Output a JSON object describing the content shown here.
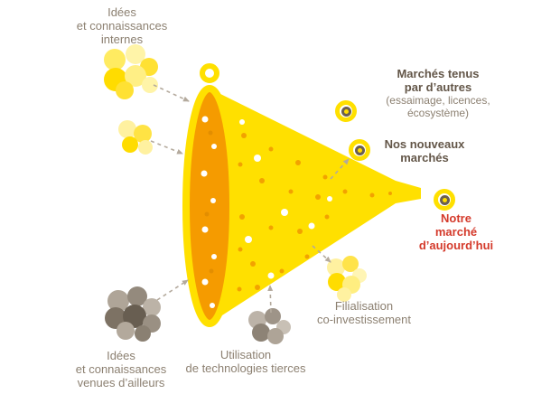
{
  "colors": {
    "funnel_yellow": "#FFE000",
    "funnel_orange": "#F59B00",
    "body_text": "#8C8071",
    "bold_text": "#635648",
    "accent_red": "#D43A2B",
    "arrow_gray": "#B4AA9D"
  },
  "labels": {
    "internal_ideas": {
      "lines": [
        "Idées",
        "et connaissances",
        "internes"
      ]
    },
    "external_ideas": {
      "lines": [
        "Idées",
        "et connaissances",
        "venues d’ailleurs"
      ]
    },
    "third_party_tech": {
      "lines": [
        "Utilisation",
        "de technologies tierces"
      ]
    },
    "spin_off": {
      "lines": [
        "Filialisation",
        "co-investissement"
      ]
    },
    "markets_held_by_others": {
      "title_lines": [
        "Marchés tenus",
        "par d’autres"
      ],
      "subtitle_lines": [
        "(essaimage, licences,",
        "écosystème)"
      ]
    },
    "new_markets": {
      "lines": [
        "Nos nouveaux",
        "marchés"
      ]
    },
    "current_market": {
      "lines": [
        "Notre",
        "marché",
        "d’aujourd’hui"
      ]
    }
  }
}
